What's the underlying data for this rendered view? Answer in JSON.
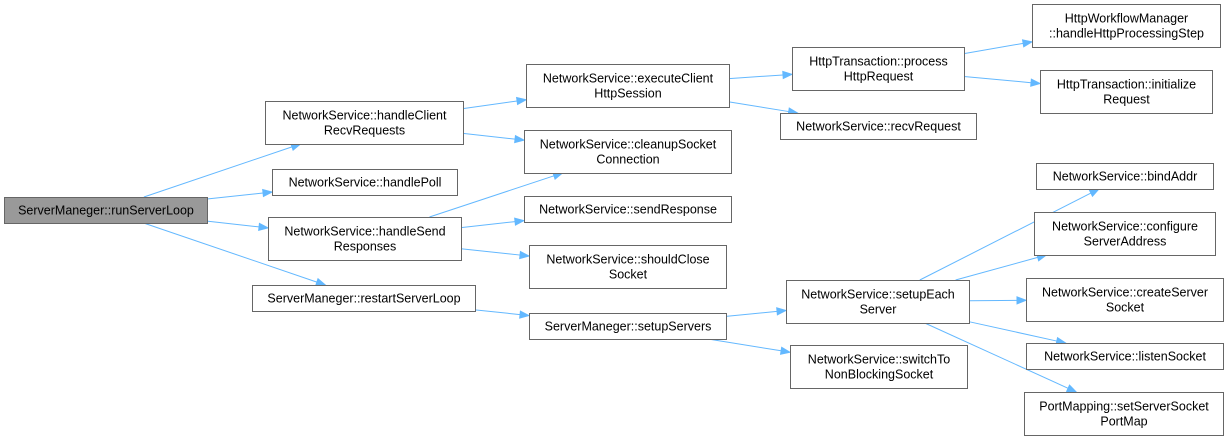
{
  "graph": {
    "nodes": [
      {
        "id": "root",
        "lines": [
          "ServerManeger::runServerLoop"
        ],
        "root": true
      },
      {
        "id": "handleClientRecv",
        "lines": [
          "NetworkService::handleClient",
          "RecvRequests"
        ]
      },
      {
        "id": "handlePoll",
        "lines": [
          "NetworkService::handlePoll"
        ]
      },
      {
        "id": "handleSend",
        "lines": [
          "NetworkService::handleSend",
          "Responses"
        ]
      },
      {
        "id": "restartLoop",
        "lines": [
          "ServerManeger::restartServerLoop"
        ]
      },
      {
        "id": "executeClient",
        "lines": [
          "NetworkService::executeClient",
          "HttpSession"
        ]
      },
      {
        "id": "cleanupSocket",
        "lines": [
          "NetworkService::cleanupSocket",
          "Connection"
        ]
      },
      {
        "id": "sendResponse",
        "lines": [
          "NetworkService::sendResponse"
        ]
      },
      {
        "id": "shouldClose",
        "lines": [
          "NetworkService::shouldClose",
          "Socket"
        ]
      },
      {
        "id": "setupServers",
        "lines": [
          "ServerManeger::setupServers"
        ]
      },
      {
        "id": "processHttp",
        "lines": [
          "HttpTransaction::process",
          "HttpRequest"
        ]
      },
      {
        "id": "recvRequest",
        "lines": [
          "NetworkService::recvRequest"
        ]
      },
      {
        "id": "setupEach",
        "lines": [
          "NetworkService::setupEach",
          "Server"
        ]
      },
      {
        "id": "switchToNB",
        "lines": [
          "NetworkService::switchTo",
          "NonBlockingSocket"
        ]
      },
      {
        "id": "workflowMgr",
        "lines": [
          "HttpWorkflowManager",
          "::handleHttpProcessingStep"
        ]
      },
      {
        "id": "initRequest",
        "lines": [
          "HttpTransaction::initialize",
          "Request"
        ]
      },
      {
        "id": "bindAddr",
        "lines": [
          "NetworkService::bindAddr"
        ]
      },
      {
        "id": "configureAddr",
        "lines": [
          "NetworkService::configure",
          "ServerAddress"
        ]
      },
      {
        "id": "createSocket",
        "lines": [
          "NetworkService::createServer",
          "Socket"
        ]
      },
      {
        "id": "listenSocket",
        "lines": [
          "NetworkService::listenSocket"
        ]
      },
      {
        "id": "portMap",
        "lines": [
          "PortMapping::setServerSocket",
          "PortMap"
        ]
      }
    ],
    "edges": [
      [
        "root",
        "handleClientRecv"
      ],
      [
        "root",
        "handlePoll"
      ],
      [
        "root",
        "handleSend"
      ],
      [
        "root",
        "restartLoop"
      ],
      [
        "handleClientRecv",
        "executeClient"
      ],
      [
        "handleClientRecv",
        "cleanupSocket"
      ],
      [
        "handleSend",
        "cleanupSocket"
      ],
      [
        "handleSend",
        "sendResponse"
      ],
      [
        "handleSend",
        "shouldClose"
      ],
      [
        "restartLoop",
        "setupServers"
      ],
      [
        "executeClient",
        "processHttp"
      ],
      [
        "executeClient",
        "recvRequest"
      ],
      [
        "processHttp",
        "workflowMgr"
      ],
      [
        "processHttp",
        "initRequest"
      ],
      [
        "setupServers",
        "setupEach"
      ],
      [
        "setupServers",
        "switchToNB"
      ],
      [
        "setupEach",
        "bindAddr"
      ],
      [
        "setupEach",
        "configureAddr"
      ],
      [
        "setupEach",
        "createSocket"
      ],
      [
        "setupEach",
        "listenSocket"
      ],
      [
        "setupEach",
        "portMap"
      ]
    ]
  },
  "colors": {
    "edge": "#63b8ff",
    "node_border": "#666666",
    "root_fill": "#999999",
    "node_fill": "#ffffff"
  }
}
